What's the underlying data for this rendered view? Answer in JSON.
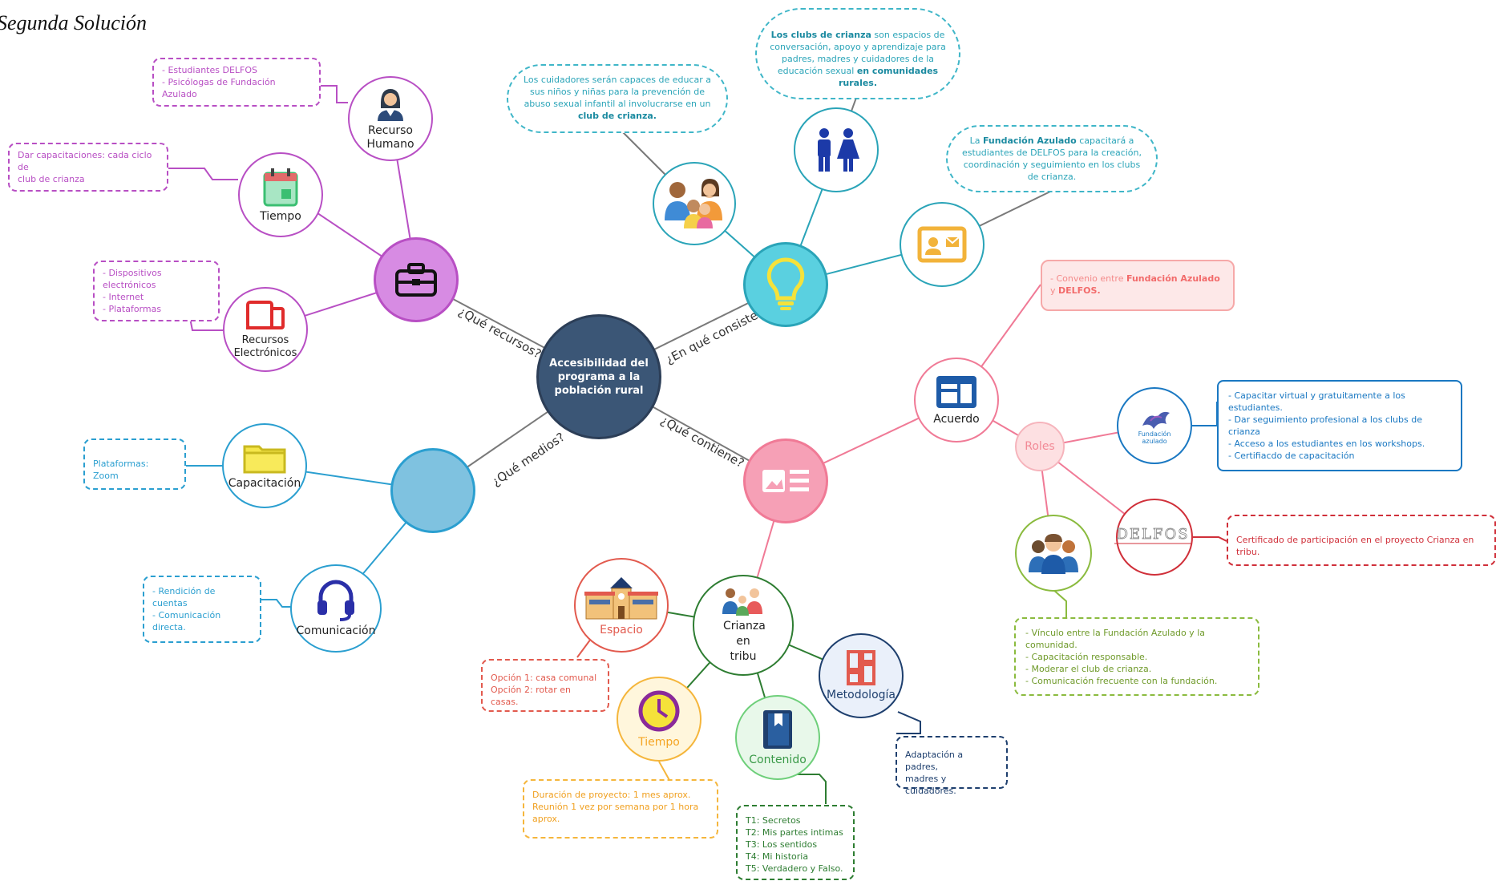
{
  "title": "Segunda Solución",
  "center": "Accesibilidad del programa a la población rural",
  "branches": {
    "recursos": "¿Qué recursos?",
    "consiste": "¿En qué consiste?",
    "medios": "¿Qué medios?",
    "contiene": "¿Qué contiene?"
  },
  "recursos": {
    "humano": {
      "label": "Recurso Humano",
      "notes": [
        "- Estudiantes DELFOS",
        "- Psicólogas de Fundación Azulado"
      ]
    },
    "tiempo": {
      "label": "Tiempo",
      "notes": [
        "Dar capacitaciones: cada ciclo de",
        "club de crianza"
      ]
    },
    "electronicos": {
      "label": "Recursos Electrónicos",
      "notes": [
        "- Dispositivos electrónicos",
        "- Internet",
        "- Plataformas"
      ]
    }
  },
  "consiste": {
    "cloud1": {
      "pre": "Los cuidadores serán capaces de educar a sus niños y niñas para la prevención de abuso sexual infantil al involucrarse en un ",
      "bold": "club de crianza."
    },
    "cloud2": {
      "bold1": "Los clubs de crianza",
      "mid": " son espacios de conversación, apoyo y aprendizaje para padres, madres y cuidadores de la educación sexual ",
      "bold2": "en comunidades rurales."
    },
    "cloud3": {
      "pre": "La ",
      "bold": "Fundación Azulado",
      "post": " capacitará a estudiantes de DELFOS para la creación, coordinación y seguimiento en los clubs de crianza."
    }
  },
  "medios": {
    "capacitacion": {
      "label": "Capacitación",
      "notes": [
        "Plataformas: Zoom"
      ]
    },
    "comunicacion": {
      "label": "Comunicación",
      "notes": [
        "- Rendición de cuentas",
        "- Comunicación directa."
      ]
    }
  },
  "acuerdo": {
    "label": "Acuerdo",
    "convenio": {
      "pre": "- Convenio entre ",
      "bold1": "Fundación Azulado",
      "mid": " y ",
      "bold2": "DELFOS."
    },
    "roles": "Roles",
    "azulado_logo": "Fundación azulado",
    "azulado_notes": [
      "- Capacitar virtual y gratuitamente a los estudiantes.",
      "- Dar seguimiento profesional a los clubs de crianza",
      "- Acceso a los estudiantes en los workshops.",
      "- Certifiacdo de capacitación"
    ],
    "delfos_logo": "DELFOS",
    "delfos_notes": [
      "Certificado de participación en el proyecto Crianza en tribu."
    ],
    "grupo_notes": [
      "- Vínculo entre la Fundación Azulado y la comunidad.",
      "- Capacitación responsable.",
      "- Moderar el club de crianza.",
      "- Comunicación frecuente con la fundación."
    ]
  },
  "crianza": {
    "label": "Crianza en tribu",
    "espacio": {
      "label": "Espacio",
      "notes": [
        "Opción 1: casa comunal",
        "Opción 2: rotar en casas."
      ]
    },
    "metodologia": {
      "label": "Metodología",
      "notes": [
        "Adaptación a padres,",
        "madres y cuidadores."
      ]
    },
    "contenido": {
      "label": "Contenido",
      "notes": [
        "T1: Secretos",
        "T2: Mis partes intimas",
        "T3: Los sentidos",
        "T4: Mi historia",
        "T5: Verdadero y Falso."
      ]
    },
    "tiempo": {
      "label": "Tiempo",
      "notes": [
        "Duración de proyecto: 1 mes aprox.",
        "Reunión 1 vez por semana por 1 hora",
        "aprox."
      ]
    }
  },
  "colors": {
    "recursos": "#b84fc4",
    "consiste": "#2aa4b8",
    "medios": "#2b9fd0",
    "contiene": "#f07a96",
    "center": "#3b5676",
    "crianza": "#2e7d32",
    "delfos": "#d0303a",
    "azulado": "#1a78c2"
  },
  "icons": [
    "briefcase-icon",
    "user-woman-icon",
    "calendar-icon",
    "devices-icon",
    "lightbulb-icon",
    "family-icon",
    "restroom-icon",
    "id-card-icon",
    "folder-icon",
    "headset-icon",
    "news-icon",
    "browser-icon",
    "azulado-logo",
    "delfos-logo",
    "team-icon",
    "school-building-icon",
    "family-group-icon",
    "dashboard-icon",
    "book-icon",
    "clock-icon"
  ]
}
